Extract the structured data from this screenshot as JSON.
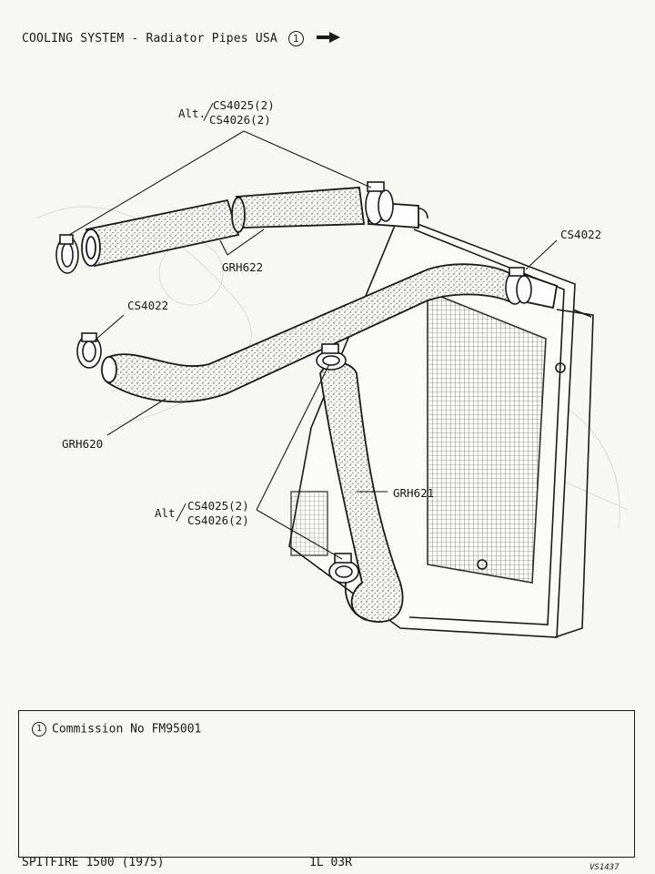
{
  "header": {
    "title": "COOLING SYSTEM - Radiator Pipes USA",
    "marker": "1"
  },
  "labels": {
    "alt_top_prefix": "Alt.",
    "alt_top_line1": "CS4025(2)",
    "alt_top_line2": "CS4026(2)",
    "grh622": "GRH622",
    "cs4022_right": "CS4022",
    "cs4022_left": "CS4022",
    "grh620": "GRH620",
    "grh621": "GRH621",
    "alt_bottom_prefix": "Alt",
    "alt_bottom_line1": "CS4025(2)",
    "alt_bottom_line2": "CS4026(2)"
  },
  "notes": {
    "marker": "1",
    "text": "Commission No FM95001"
  },
  "footer": {
    "model": "SPITFIRE 1500 (1975)",
    "page": "1L 03R",
    "code": "VS1437"
  }
}
